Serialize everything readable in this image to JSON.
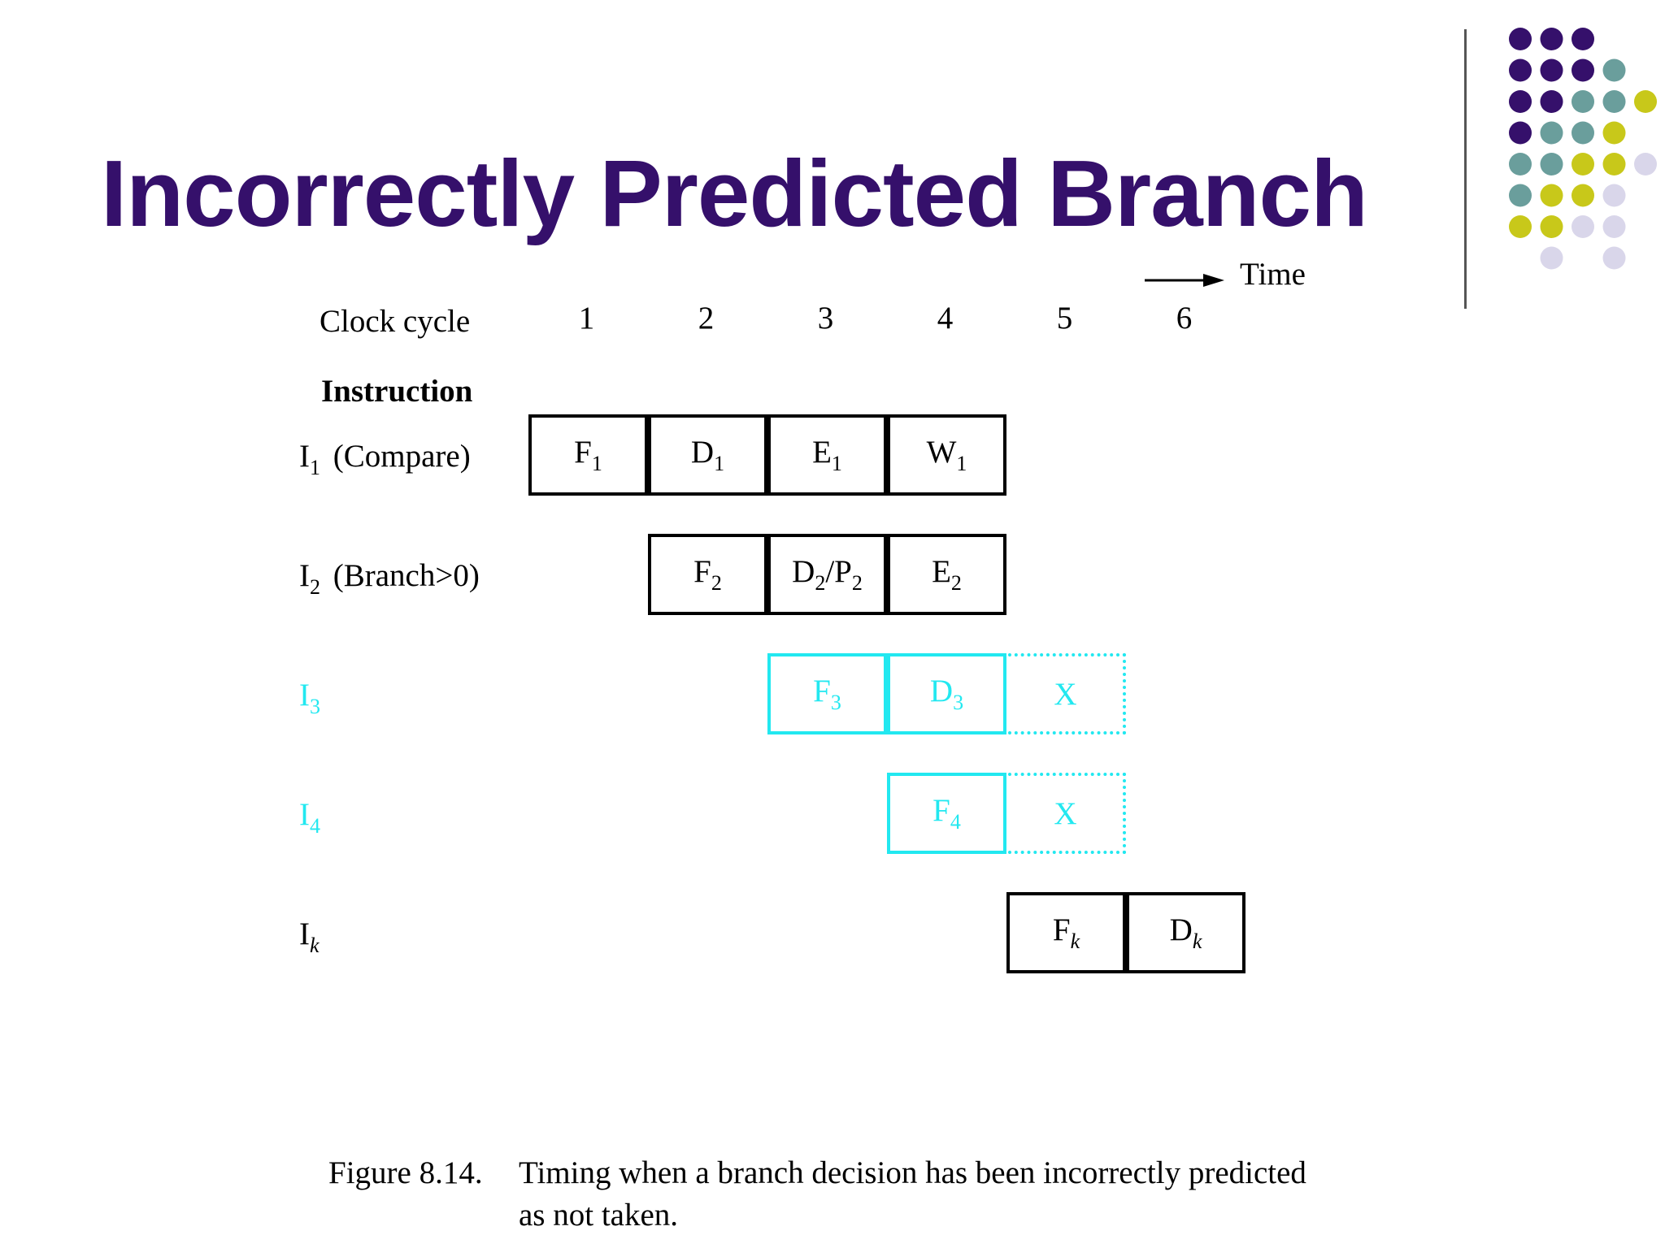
{
  "slide_title": "Incorrectly Predicted Branch",
  "time_label": "Time",
  "clock_cycle_label": "Clock cycle",
  "instruction_label": "Instruction",
  "cycles": [
    "1",
    "2",
    "3",
    "4",
    "5",
    "6"
  ],
  "rows": [
    {
      "name": "I",
      "sub": "1",
      "note": "(Compare)",
      "style": "black",
      "cells": [
        {
          "cycle": 1,
          "text": "F",
          "sub": "1",
          "style": "solid"
        },
        {
          "cycle": 2,
          "text": "D",
          "sub": "1",
          "style": "solid"
        },
        {
          "cycle": 3,
          "text": "E",
          "sub": "1",
          "style": "solid"
        },
        {
          "cycle": 4,
          "text": "W",
          "sub": "1",
          "style": "solid"
        }
      ]
    },
    {
      "name": "I",
      "sub": "2",
      "note": "(Branch>0)",
      "style": "black",
      "cells": [
        {
          "cycle": 2,
          "text": "F",
          "sub": "2",
          "style": "solid"
        },
        {
          "cycle": 3,
          "text": "D",
          "sub": "2",
          "text2": "/P",
          "sub2": "2",
          "style": "solid"
        },
        {
          "cycle": 4,
          "text": "E",
          "sub": "2",
          "style": "solid"
        }
      ]
    },
    {
      "name": "I",
      "sub": "3",
      "note": "",
      "style": "cyan",
      "cells": [
        {
          "cycle": 3,
          "text": "F",
          "sub": "3",
          "style": "solid-cyan"
        },
        {
          "cycle": 4,
          "text": "D",
          "sub": "3",
          "style": "solid-cyan"
        },
        {
          "cycle": 5,
          "text": "X",
          "sub": "",
          "style": "dot-cyan"
        }
      ]
    },
    {
      "name": "I",
      "sub": "4",
      "note": "",
      "style": "cyan",
      "cells": [
        {
          "cycle": 4,
          "text": "F",
          "sub": "4",
          "style": "solid-cyan"
        },
        {
          "cycle": 5,
          "text": "X",
          "sub": "",
          "style": "dot-cyan"
        }
      ]
    },
    {
      "name": "I",
      "sub": "k",
      "note": "",
      "style": "black",
      "cells": [
        {
          "cycle": 5,
          "text": "F",
          "sub": "k",
          "style": "solid"
        },
        {
          "cycle": 6,
          "text": "D",
          "sub": "k",
          "style": "solid"
        }
      ]
    }
  ],
  "caption": {
    "number": "Figure 8.14.",
    "line1": "Timing when a branch decision has been incorrectly predicted",
    "line2": "as not taken."
  },
  "colors": {
    "title": "#35106b",
    "cyan": "#22e8f0",
    "dot_purple": "#35106b",
    "dot_teal": "#6a9e9c",
    "dot_olive": "#c8c81a",
    "dot_lavender": "#d9d6ea"
  },
  "decor_dots": [
    [
      "purple",
      "purple",
      "purple",
      "",
      "",
      ""
    ],
    [
      "purple",
      "purple",
      "purple",
      "teal",
      "",
      ""
    ],
    [
      "purple",
      "purple",
      "teal",
      "teal",
      "olive",
      ""
    ],
    [
      "purple",
      "teal",
      "teal",
      "olive",
      "",
      ""
    ],
    [
      "teal",
      "teal",
      "olive",
      "olive",
      "lavender",
      ""
    ],
    [
      "teal",
      "olive",
      "olive",
      "lavender",
      "",
      ""
    ],
    [
      "olive",
      "olive",
      "lavender",
      "lavender",
      "",
      ""
    ],
    [
      "",
      "lavender",
      "",
      "lavender",
      "",
      ""
    ]
  ]
}
